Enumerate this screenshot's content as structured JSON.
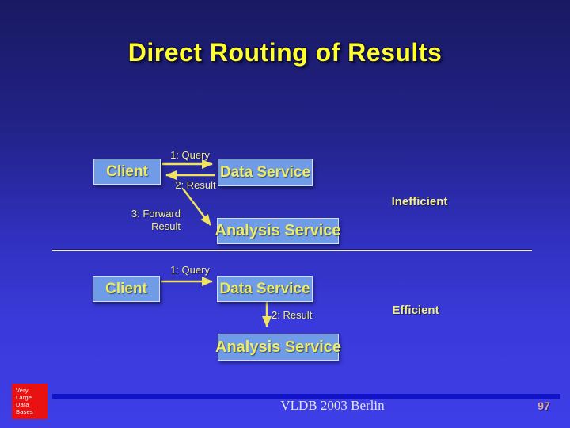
{
  "slide": {
    "title": "Direct Routing of Results",
    "top_diagram": {
      "client": "Client",
      "data_service": "Data Service",
      "analysis_service": "Analysis Service",
      "step1": "1: Query",
      "step2": "2: Result",
      "step3_line1": "3: Forward",
      "step3_line2": "Result",
      "annotation": "Inefficient"
    },
    "bottom_diagram": {
      "client": "Client",
      "data_service": "Data Service",
      "analysis_service": "Analysis Service",
      "step1": "1: Query",
      "step2": "2: Result",
      "annotation": "Efficient"
    },
    "footer": {
      "logo_lines": [
        "Very",
        "Large",
        "Data",
        "Bases"
      ],
      "conference": "VLDB 2003 Berlin",
      "page_number": "97"
    },
    "colors": {
      "background_top": "#191962",
      "background_bottom": "#3E3EE8",
      "title_yellow": "#FFFF2E",
      "box_fill": "#6F9BE7",
      "box_border": "#D2DEF4",
      "box_text_yellow": "#EDEC62",
      "arrow_yellow": "#EFE45C",
      "label_yellow": "#F0EE8C",
      "divider_light": "#E8E8F4",
      "footer_bar_blue": "#1113C9",
      "logo_red": "#E81212",
      "page_number_pink": "#D9A9A9",
      "footer_text": "#E4E4EC"
    }
  }
}
